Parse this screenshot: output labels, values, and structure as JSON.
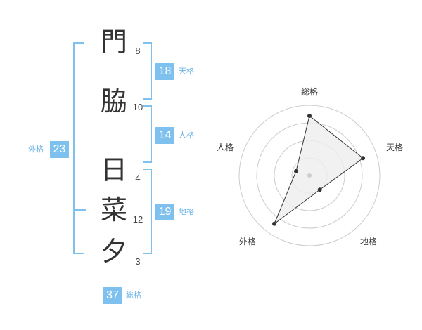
{
  "name": {
    "characters": [
      {
        "char": "門",
        "strokes": "8"
      },
      {
        "char": "脇",
        "strokes": "10"
      },
      {
        "char": "日",
        "strokes": "4"
      },
      {
        "char": "菜",
        "strokes": "12"
      },
      {
        "char": "夕",
        "strokes": "3"
      }
    ]
  },
  "fortunes": {
    "tenkaku": {
      "label": "天格",
      "value": "18"
    },
    "jinkaku": {
      "label": "人格",
      "value": "14"
    },
    "chikaku": {
      "label": "地格",
      "value": "19"
    },
    "gaikaku": {
      "label": "外格",
      "value": "23"
    },
    "soukaku": {
      "label": "総格",
      "value": "37"
    }
  },
  "radar": {
    "labels": {
      "top": "総格",
      "right": "天格",
      "bottom_right": "地格",
      "bottom_left": "外格",
      "left": "人格"
    },
    "chart_data": {
      "type": "radar",
      "axes": [
        "総格",
        "天格",
        "地格",
        "外格",
        "人格"
      ],
      "values": [
        0.85,
        0.8,
        0.25,
        0.85,
        0.2
      ],
      "range": [
        0,
        1
      ],
      "rings": 4
    },
    "colors": {
      "ring": "#cccccc",
      "fill": "#eeeeee",
      "line": "#333333",
      "point": "#333333",
      "center": "#cccccc"
    }
  },
  "colors": {
    "accent": "#7fc1ee"
  }
}
